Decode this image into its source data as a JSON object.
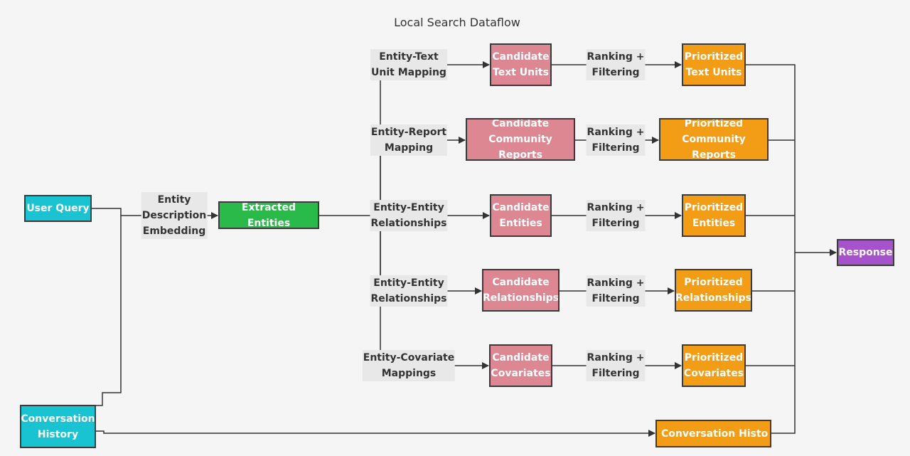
{
  "title": "Local Search Dataflow",
  "nodes": {
    "user_query": "User Query",
    "conversation_history": "Conversation\nHistory",
    "extracted_entities": "Extracted Entities",
    "candidate_text_units": "Candidate\nText Units",
    "candidate_community_reports": "Candidate\nCommunity Reports",
    "candidate_entities": "Candidate\nEntities",
    "candidate_relationships": "Candidate\nRelationships",
    "candidate_covariates": "Candidate\nCovariates",
    "prioritized_text_units": "Prioritized\nText Units",
    "prioritized_community_reports": "Prioritized\nCommunity Reports",
    "prioritized_entities": "Prioritized\nEntities",
    "prioritized_relationships": "Prioritized\nRelationships",
    "prioritized_covariates": "Prioritized\nCovariates",
    "conversation_history_out": "Conversation Histo",
    "response": "Response"
  },
  "edge_labels": {
    "entity_description_embedding": "Entity\nDescription\nEmbedding",
    "text_unit_mapping": "Entity-Text\nUnit Mapping",
    "report_mapping": "Entity-Report\nMapping",
    "entity_relationships_1": "Entity-Entity\nRelationships",
    "entity_relationships_2": "Entity-Entity\nRelationships",
    "covariate_mappings": "Entity-Covariate\nMappings",
    "ranking": "Ranking +\nFiltering"
  },
  "colors": {
    "input": "#1ac3d1",
    "extracted": "#2aba4a",
    "candidate": "#dd8792",
    "prioritized": "#f39c16",
    "response": "#a652ca",
    "edge": "#333333"
  }
}
